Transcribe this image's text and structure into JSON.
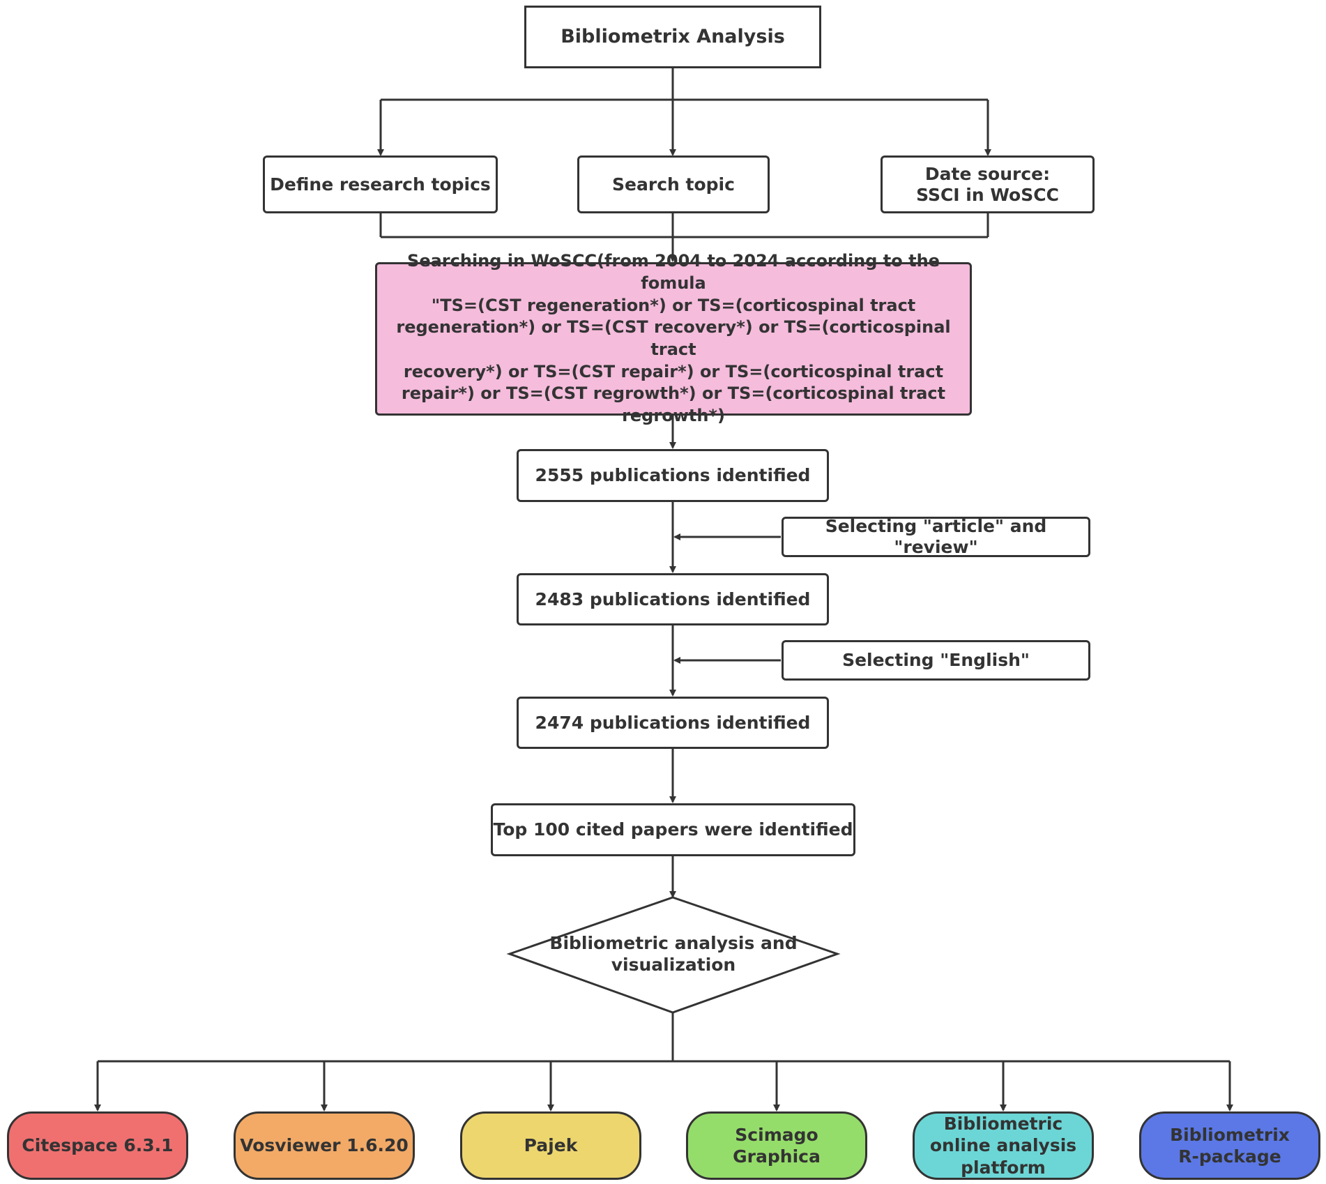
{
  "nodes": {
    "top": "Bibliometrix Analysis",
    "define": "Define research  topics",
    "search": "Search topic",
    "source": "Date source:\nSSCI in WoSCC",
    "query": "Searching in WoSCC(from 2004 to 2024 according to the fomula\n\"TS=(CST regeneration*) or TS=(corticospinal tract\nregeneration*) or TS=(CST recovery*)  or TS=(corticospinal tract\nrecovery*) or TS=(CST repair*) or TS=(corticospinal tract\nrepair*) or TS=(CST regrowth*) or TS=(corticospinal tract\nregrowth*)",
    "n2555": "2555 publications identified",
    "filter1": "Selecting \"article\" and \"review\"",
    "n2483": "2483 publications identified",
    "filter2": "Selecting \"English\"",
    "n2474": "2474 publications identified",
    "top100": "Top 100 cited papers were identified",
    "decision": "Bibliometric analysis and\nvisualization"
  },
  "tools": [
    {
      "label": "Citespace 6.3.1",
      "color": "#F07070"
    },
    {
      "label": "Vosviewer 1.6.20",
      "color": "#F2AA66"
    },
    {
      "label": "Pajek",
      "color": "#EDD66E"
    },
    {
      "label": "Scimago\nGraphica",
      "color": "#95DD6A"
    },
    {
      "label": "Bibliometric\nonline analysis\nplatform",
      "color": "#6CD6D6"
    },
    {
      "label": "Bibliometrix\nR-package",
      "color": "#5B78E6"
    }
  ],
  "colors": {
    "query_fill": "#F5BCDC",
    "stroke": "#333333"
  }
}
